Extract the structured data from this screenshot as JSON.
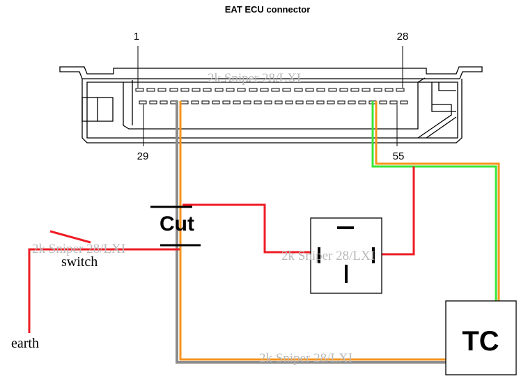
{
  "title": "EAT ECU connector",
  "pins": {
    "top_left": "1",
    "top_right": "28",
    "bottom_left": "29",
    "bottom_right": "55"
  },
  "cut_label": "Cut",
  "switch_label": "switch",
  "earth_label": "earth",
  "tc_label": "TC",
  "watermark": "2k Sniper 28/LXI",
  "colors": {
    "red_wire": "#ee1c24",
    "orange_wire": "#f7941d",
    "green_wire": "#39e639",
    "grey_wire": "#8c8c8c",
    "outline": "#000000"
  }
}
